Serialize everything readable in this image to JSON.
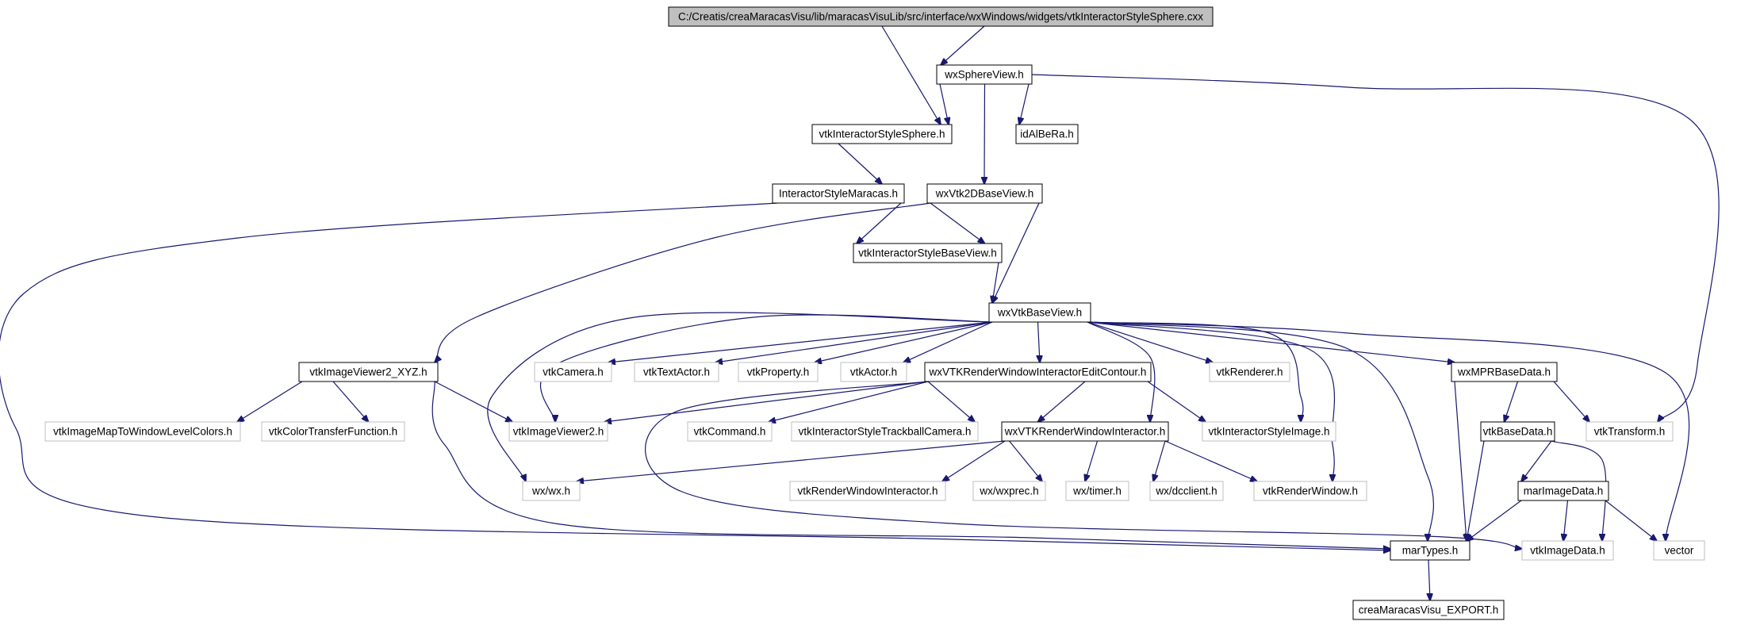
{
  "colors": {
    "edge": "#191970",
    "root_fill": "#bfbfbf",
    "local_border": "#000000",
    "external_border": "#bfbfbf"
  },
  "nodes": [
    {
      "id": "root",
      "label": "C:/Creatis/creaMaracasVisu/lib/maracasVisuLib/src/interface/wxWindows/widgets/vtkInteractorStyleSphere.cxx",
      "kind": "root"
    },
    {
      "id": "wxSphereView",
      "label": "wxSphereView.h",
      "kind": "local"
    },
    {
      "id": "vtkInteractorStyleSphere",
      "label": "vtkInteractorStyleSphere.h",
      "kind": "local"
    },
    {
      "id": "idAlBeRa",
      "label": "idAlBeRa.h",
      "kind": "local"
    },
    {
      "id": "InteractorStyleMaracas",
      "label": "InteractorStyleMaracas.h",
      "kind": "local"
    },
    {
      "id": "wxVtk2DBaseView",
      "label": "wxVtk2DBaseView.h",
      "kind": "local"
    },
    {
      "id": "vtkInteractorStyleBaseView",
      "label": "vtkInteractorStyleBaseView.h",
      "kind": "local"
    },
    {
      "id": "wxVtkBaseView",
      "label": "wxVtkBaseView.h",
      "kind": "local"
    },
    {
      "id": "vtkImageViewer2_XYZ",
      "label": "vtkImageViewer2_XYZ.h",
      "kind": "local"
    },
    {
      "id": "vtkCamera",
      "label": "vtkCamera.h",
      "kind": "external"
    },
    {
      "id": "vtkTextActor",
      "label": "vtkTextActor.h",
      "kind": "external"
    },
    {
      "id": "vtkProperty",
      "label": "vtkProperty.h",
      "kind": "external"
    },
    {
      "id": "vtkActor",
      "label": "vtkActor.h",
      "kind": "external"
    },
    {
      "id": "wxVTKRenderWindowInteractorEditContour",
      "label": "wxVTKRenderWindowInteractorEditContour.h",
      "kind": "local"
    },
    {
      "id": "vtkRenderer",
      "label": "vtkRenderer.h",
      "kind": "external"
    },
    {
      "id": "wxMPRBaseData",
      "label": "wxMPRBaseData.h",
      "kind": "local"
    },
    {
      "id": "vtkImageMapToWindowLevelColors",
      "label": "vtkImageMapToWindowLevelColors.h",
      "kind": "external"
    },
    {
      "id": "vtkColorTransferFunction",
      "label": "vtkColorTransferFunction.h",
      "kind": "external"
    },
    {
      "id": "vtkImageViewer2",
      "label": "vtkImageViewer2.h",
      "kind": "external"
    },
    {
      "id": "vtkCommand",
      "label": "vtkCommand.h",
      "kind": "external"
    },
    {
      "id": "vtkInteractorStyleTrackballCamera",
      "label": "vtkInteractorStyleTrackballCamera.h",
      "kind": "external"
    },
    {
      "id": "wxVTKRenderWindowInteractor",
      "label": "wxVTKRenderWindowInteractor.h",
      "kind": "local"
    },
    {
      "id": "vtkInteractorStyleImage",
      "label": "vtkInteractorStyleImage.h",
      "kind": "external"
    },
    {
      "id": "vtkBaseData",
      "label": "vtkBaseData.h",
      "kind": "local"
    },
    {
      "id": "vtkTransform",
      "label": "vtkTransform.h",
      "kind": "external"
    },
    {
      "id": "wx_wx",
      "label": "wx/wx.h",
      "kind": "external"
    },
    {
      "id": "vtkRenderWindowInteractor",
      "label": "vtkRenderWindowInteractor.h",
      "kind": "external"
    },
    {
      "id": "wx_wxprec",
      "label": "wx/wxprec.h",
      "kind": "external"
    },
    {
      "id": "wx_timer",
      "label": "wx/timer.h",
      "kind": "external"
    },
    {
      "id": "wx_dcclient",
      "label": "wx/dcclient.h",
      "kind": "external"
    },
    {
      "id": "vtkRenderWindow",
      "label": "vtkRenderWindow.h",
      "kind": "external"
    },
    {
      "id": "marImageData",
      "label": "marImageData.h",
      "kind": "local"
    },
    {
      "id": "marTypes",
      "label": "marTypes.h",
      "kind": "local"
    },
    {
      "id": "vtkImageData",
      "label": "vtkImageData.h",
      "kind": "external"
    },
    {
      "id": "vector",
      "label": "vector",
      "kind": "external"
    },
    {
      "id": "creaMaracasVisu_EXPORT",
      "label": "creaMaracasVisu_EXPORT.h",
      "kind": "local"
    }
  ],
  "edges": [
    [
      "root",
      "vtkInteractorStyleSphere"
    ],
    [
      "root",
      "wxSphereView"
    ],
    [
      "wxSphereView",
      "vtkInteractorStyleSphere"
    ],
    [
      "wxSphereView",
      "idAlBeRa"
    ],
    [
      "wxSphereView",
      "wxVtk2DBaseView"
    ],
    [
      "wxSphereView",
      "vtkTransform"
    ],
    [
      "vtkInteractorStyleSphere",
      "InteractorStyleMaracas"
    ],
    [
      "InteractorStyleMaracas",
      "vtkInteractorStyleBaseView"
    ],
    [
      "InteractorStyleMaracas",
      "marTypes"
    ],
    [
      "wxVtk2DBaseView",
      "vtkInteractorStyleBaseView"
    ],
    [
      "wxVtk2DBaseView",
      "wxVtkBaseView"
    ],
    [
      "wxVtk2DBaseView",
      "vtkImageViewer2_XYZ"
    ],
    [
      "vtkInteractorStyleBaseView",
      "wxVtkBaseView"
    ],
    [
      "wxVtkBaseView",
      "vtkCamera"
    ],
    [
      "wxVtkBaseView",
      "vtkTextActor"
    ],
    [
      "wxVtkBaseView",
      "vtkProperty"
    ],
    [
      "wxVtkBaseView",
      "vtkActor"
    ],
    [
      "wxVtkBaseView",
      "wxVTKRenderWindowInteractorEditContour"
    ],
    [
      "wxVtkBaseView",
      "vtkRenderer"
    ],
    [
      "wxVtkBaseView",
      "wxMPRBaseData"
    ],
    [
      "wxVtkBaseView",
      "vtkImageViewer2"
    ],
    [
      "wxVtkBaseView",
      "wx_wx"
    ],
    [
      "wxVtkBaseView",
      "wxVTKRenderWindowInteractor"
    ],
    [
      "wxVtkBaseView",
      "vtkInteractorStyleImage"
    ],
    [
      "wxVtkBaseView",
      "vtkRenderWindow"
    ],
    [
      "wxVtkBaseView",
      "marTypes"
    ],
    [
      "wxVtkBaseView",
      "vector"
    ],
    [
      "vtkImageViewer2_XYZ",
      "vtkImageMapToWindowLevelColors"
    ],
    [
      "vtkImageViewer2_XYZ",
      "vtkColorTransferFunction"
    ],
    [
      "vtkImageViewer2_XYZ",
      "vtkImageViewer2"
    ],
    [
      "vtkImageViewer2_XYZ",
      "marTypes"
    ],
    [
      "wxVTKRenderWindowInteractorEditContour",
      "vtkImageViewer2"
    ],
    [
      "wxVTKRenderWindowInteractorEditContour",
      "vtkCommand"
    ],
    [
      "wxVTKRenderWindowInteractorEditContour",
      "vtkInteractorStyleTrackballCamera"
    ],
    [
      "wxVTKRenderWindowInteractorEditContour",
      "wxVTKRenderWindowInteractor"
    ],
    [
      "wxVTKRenderWindowInteractorEditContour",
      "vtkInteractorStyleImage"
    ],
    [
      "wxVTKRenderWindowInteractorEditContour",
      "vtkImageData"
    ],
    [
      "wxVTKRenderWindowInteractor",
      "wx_wx"
    ],
    [
      "wxVTKRenderWindowInteractor",
      "vtkRenderWindowInteractor"
    ],
    [
      "wxVTKRenderWindowInteractor",
      "wx_wxprec"
    ],
    [
      "wxVTKRenderWindowInteractor",
      "wx_timer"
    ],
    [
      "wxVTKRenderWindowInteractor",
      "wx_dcclient"
    ],
    [
      "wxVTKRenderWindowInteractor",
      "vtkRenderWindow"
    ],
    [
      "wxMPRBaseData",
      "vtkBaseData"
    ],
    [
      "wxMPRBaseData",
      "vtkTransform"
    ],
    [
      "wxMPRBaseData",
      "marTypes"
    ],
    [
      "vtkBaseData",
      "marImageData"
    ],
    [
      "vtkBaseData",
      "marTypes"
    ],
    [
      "vtkBaseData",
      "vtkImageData"
    ],
    [
      "marImageData",
      "marTypes"
    ],
    [
      "marImageData",
      "vtkImageData"
    ],
    [
      "marImageData",
      "vector"
    ],
    [
      "marTypes",
      "creaMaracasVisu_EXPORT"
    ]
  ]
}
